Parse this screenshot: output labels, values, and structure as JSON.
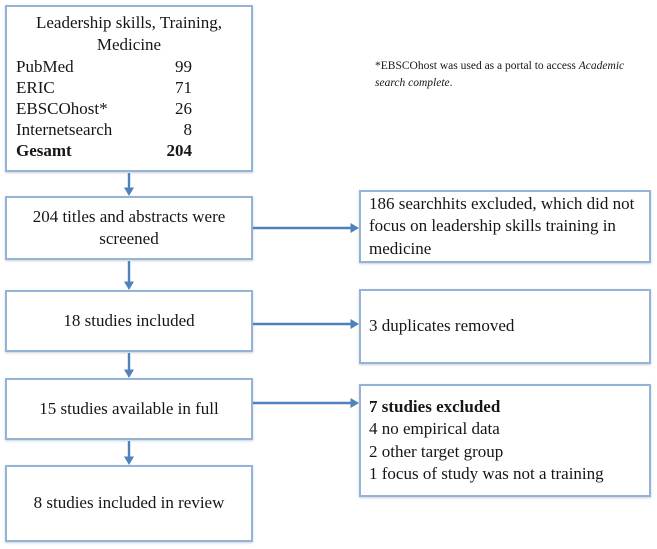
{
  "colors": {
    "box_border": "#95b3d7",
    "arrow": "#4f81bd",
    "text": "#161616",
    "background": "#ffffff"
  },
  "footnote": {
    "prefix": "*EBSCOhost was used as a portal to access ",
    "italic_text": "Academic search complete",
    "suffix": "."
  },
  "source_box": {
    "title_line1": "Leadership skills, Training,",
    "title_line2": "Medicine",
    "rows": [
      {
        "label": "PubMed",
        "value": "99"
      },
      {
        "label": "ERIC",
        "value": "71"
      },
      {
        "label": "EBSCOhost*",
        "value": "26"
      },
      {
        "label": "Internetsearch",
        "value": "8"
      },
      {
        "label": "Gesamt",
        "value": "204"
      }
    ]
  },
  "flow_boxes": [
    {
      "text": "204 titles and abstracts were screened"
    },
    {
      "text": "18 studies included"
    },
    {
      "text": "15 studies available in full"
    },
    {
      "text": "8 studies included in review"
    }
  ],
  "side_boxes": [
    {
      "text": "186 searchhits excluded, which did not focus on leadership skills training in medicine"
    },
    {
      "text": "3 duplicates removed"
    },
    {
      "heading": "7 studies excluded",
      "lines": [
        "4 no empirical data",
        "2 other target group",
        "1 focus of study was not a training"
      ]
    }
  ]
}
